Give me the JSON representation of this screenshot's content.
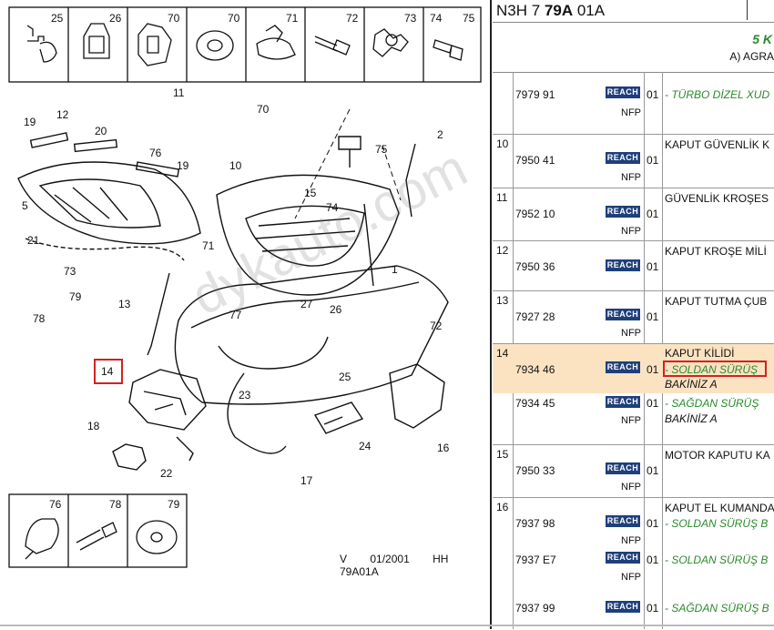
{
  "header": {
    "ref_prefix": "N3H 7",
    "ref_bold": "79A",
    "ref_suffix": "01A",
    "group_title": "5 K",
    "group_sub": "A) AGRA"
  },
  "diagram": {
    "top_parts": [
      "25",
      "26",
      "70",
      "71",
      "72",
      "73",
      "74",
      "75"
    ],
    "bottom_parts": [
      "76",
      "78",
      "79"
    ],
    "callouts": [
      "11",
      "70",
      "12",
      "19",
      "20",
      "76",
      "19",
      "2",
      "5",
      "75",
      "15",
      "74",
      "21",
      "71",
      "73",
      "79",
      "78",
      "1",
      "13",
      "77",
      "27",
      "26",
      "72",
      "14",
      "23",
      "25",
      "18",
      "22",
      "24",
      "16",
      "17",
      "10"
    ],
    "footer": {
      "variant": "V",
      "date": "01/2001",
      "ref": "HH 79A01A"
    }
  },
  "watermark": "dykauto.com",
  "table": {
    "badge": "REACH",
    "rows": [
      {
        "num": "",
        "code": "7979 91",
        "nfp": "NFP",
        "qty": "01",
        "desc": "- TÜRBO DİZEL XUD",
        "desc_style": "green"
      },
      {
        "num": "10",
        "code": "7950 41",
        "nfp": "NFP",
        "qty": "01",
        "desc": "KAPUT GÜVENLİK K",
        "desc_style": "normal"
      },
      {
        "num": "11",
        "code": "7952 10",
        "nfp": "NFP",
        "qty": "01",
        "desc": "GÜVENLİK KROŞES",
        "desc_style": "normal"
      },
      {
        "num": "12",
        "code": "7950 36",
        "nfp": "",
        "qty": "01",
        "desc": "KAPUT KROŞE MİLİ",
        "desc_style": "normal"
      },
      {
        "num": "13",
        "code": "7927 28",
        "nfp": "NFP",
        "qty": "01",
        "desc": "KAPUT TUTMA ÇUB",
        "desc_style": "normal"
      },
      {
        "num": "14",
        "code": "7934 46",
        "nfp": "",
        "qty": "01",
        "desc": "KAPUT KİLİDİ",
        "desc2": "- SOLDAN SÜRÜŞ",
        "desc3": "BAKİNİZ A",
        "code2": "7934 45",
        "nfp2": "NFP",
        "qty2": "01",
        "desc4": "- SAĞDAN SÜRÜŞ",
        "desc5": "BAKİNİZ A"
      },
      {
        "num": "15",
        "code": "7950 33",
        "nfp": "NFP",
        "qty": "01",
        "desc": "MOTOR KAPUTU KA",
        "desc_style": "normal"
      },
      {
        "num": "16",
        "code": "7937 98",
        "nfp": "NFP",
        "qty": "01",
        "desc": "KAPUT EL KUMANDA",
        "desc2": "- SOLDAN SÜRÜŞ B",
        "code2": "7937 E7",
        "nfp2": "NFP",
        "qty2": "01",
        "desc3": "- SOLDAN SÜRÜŞ B",
        "code3": "7937 99",
        "qty3": "01",
        "desc4": "- SAĞDAN SÜRÜŞ B"
      }
    ]
  },
  "colors": {
    "highlight": "#fbe3c2",
    "green": "#2a8a2a",
    "red": "#d42020",
    "reach": "#1f3f7a"
  }
}
